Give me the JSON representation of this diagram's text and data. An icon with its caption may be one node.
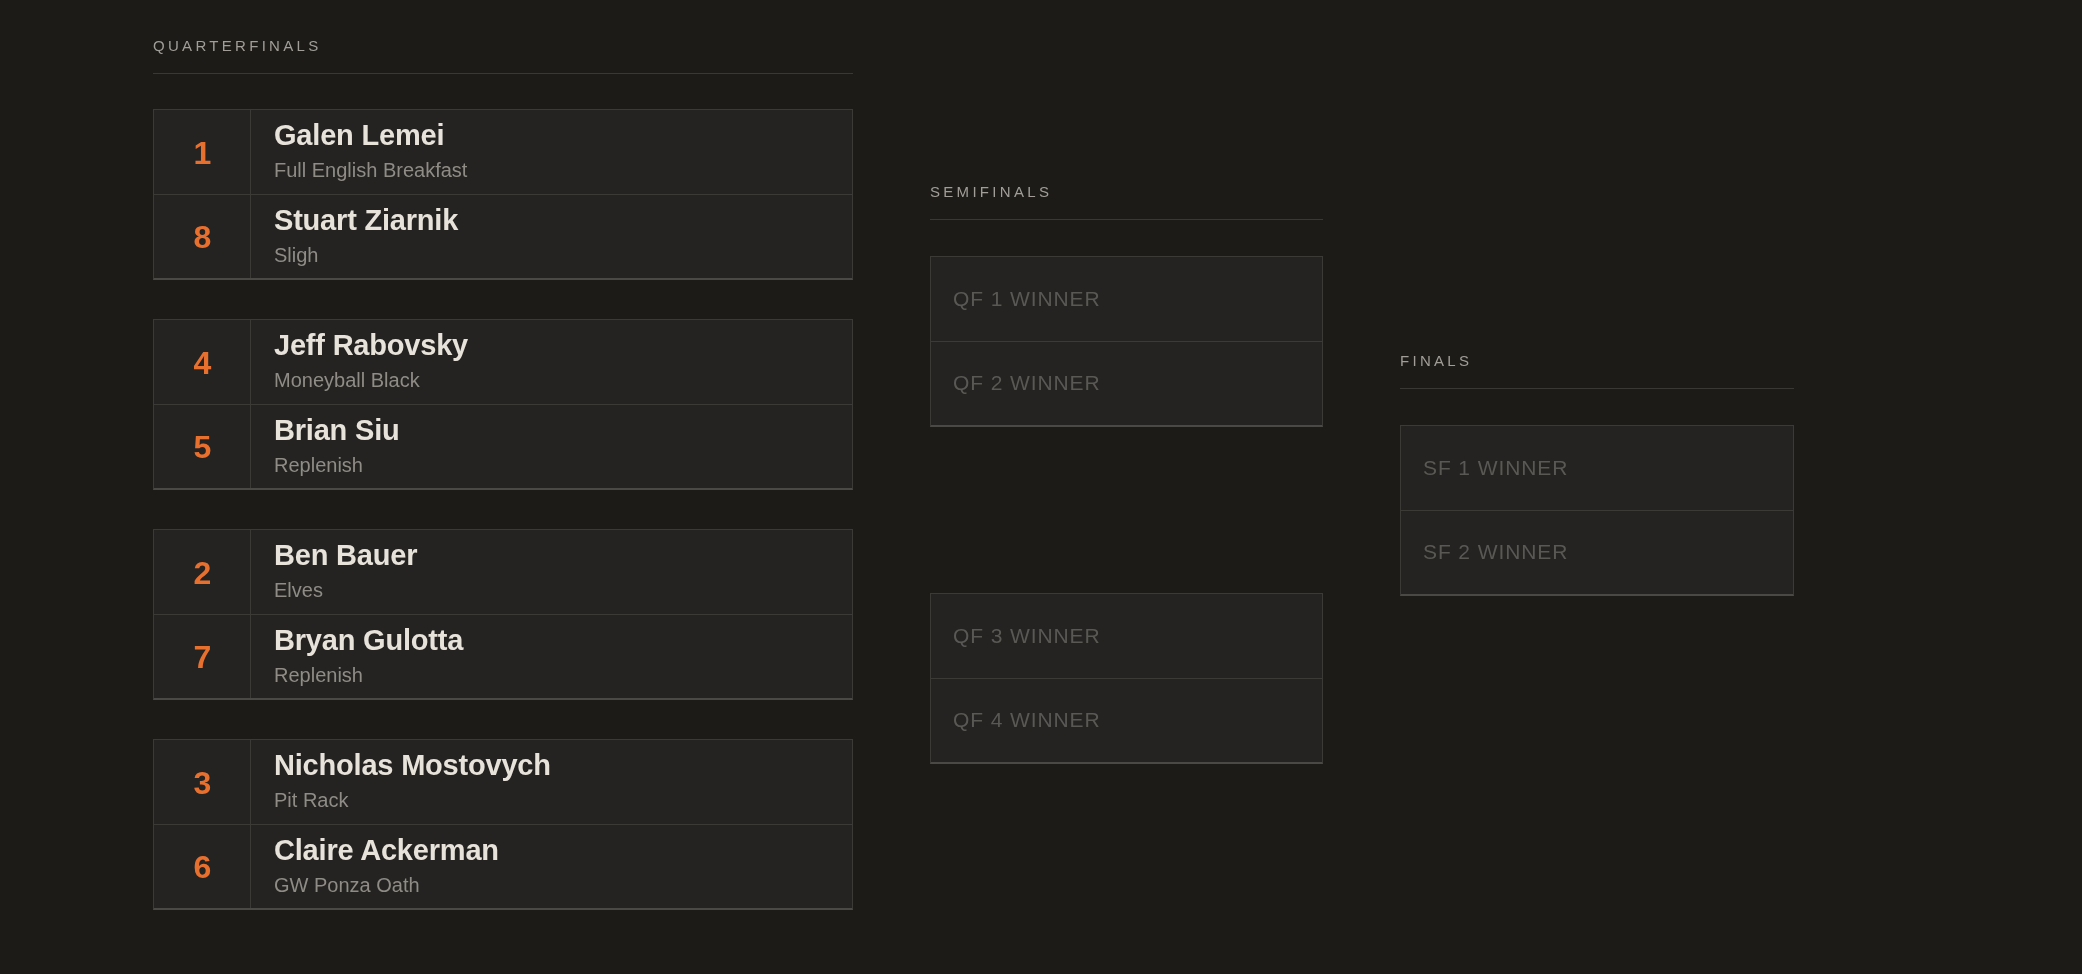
{
  "diagram": {
    "nodes": [
      {
        "text": [],
        "shape": "box"
      },
      {
        "text": [
          "1",
          "Galen Lemei",
          "Full English Breakfast"
        ],
        "in": 0
      },
      {
        "text": [
          "8",
          "Stuart Ziarnik",
          "Sligh"
        ],
        "in": 0
      },
      {
        "text": [],
        "shape": "box"
      },
      {
        "text": [
          "4",
          "Jeff Rabovsky",
          "Moneyball Black"
        ],
        "in": 3
      },
      {
        "text": [
          "5",
          "Brian Siu",
          "Replenish"
        ],
        "in": 3
      },
      {
        "text": [],
        "shape": "box"
      },
      {
        "text": [
          "2",
          "Ben Bauer",
          "Elves"
        ],
        "in": 6
      },
      {
        "text": [
          "7",
          "Bryan Gulotta",
          "Replenish"
        ],
        "in": 6
      },
      {
        "text": [],
        "shape": "box"
      },
      {
        "text": [
          "3",
          "Nicholas Mostovych",
          "Pit Rack"
        ],
        "in": 9
      },
      {
        "text": [
          "6",
          "Claire Ackerman",
          "GW Ponza Oath"
        ],
        "in": 9
      },
      {
        "text": [],
        "shape": "box"
      },
      {
        "text": [
          "QF 1 WINNER"
        ],
        "in": 12
      },
      {
        "text": [
          "QF 2 WINNER"
        ],
        "in": 12
      },
      {
        "text": [],
        "shape": "box"
      },
      {
        "text": [
          "QF 3 WINNER"
        ],
        "in": 15
      },
      {
        "text": [
          "QF 4 WINNER"
        ],
        "in": 15
      },
      {
        "text": [],
        "shape": "box"
      },
      {
        "text": [
          "SF 1 WINNER"
        ],
        "in": 18
      },
      {
        "text": [
          "SF 2 WINNER"
        ],
        "in": 18
      }
    ],
    "labels": [
      "QUARTERFINALS",
      "SEMIFINALS",
      "FINALS"
    ]
  }
}
